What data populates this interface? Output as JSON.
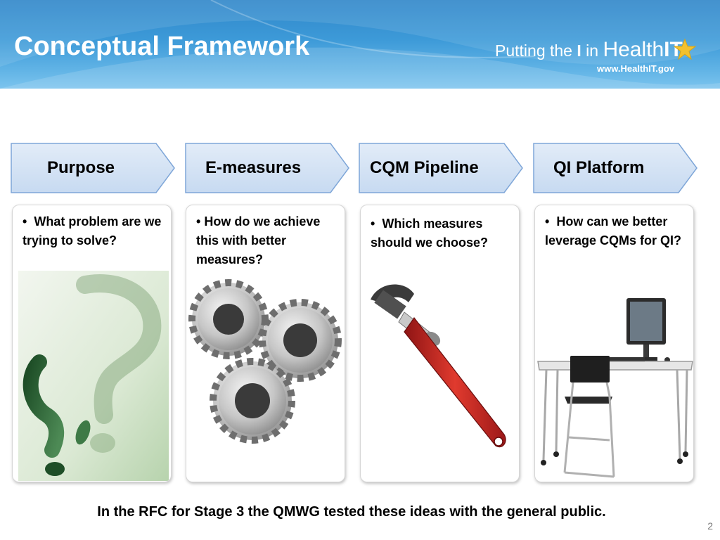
{
  "slide": {
    "title": "Conceptual Framework",
    "logo": {
      "text_prefix": "Putting the ",
      "text_i": "I",
      "text_in": " in ",
      "text_health": "Health",
      "text_it": "IT",
      "url": "www.HealthIT.gov"
    },
    "steps": [
      {
        "label": "Purpose",
        "bullet": "•",
        "question": "What problem are we trying to solve?",
        "image": "question-mark-icon"
      },
      {
        "label": "E-measures",
        "bullet": "•",
        "question": "How do we achieve this with better measures?",
        "image": "gears-icon"
      },
      {
        "label": "CQM Pipeline",
        "bullet": "•",
        "question": "Which measures should we choose?",
        "image": "pipe-wrench-icon"
      },
      {
        "label": "QI Platform",
        "bullet": "•",
        "question": "How can we better leverage CQMs for QI?",
        "image": "computer-desk-icon"
      }
    ],
    "footer_note": "In the RFC for Stage 3 the QMWG tested these ideas with the general public.",
    "page_number": "2"
  },
  "colors": {
    "header_blue": "#2f86c9",
    "chevron_fill": "#cfe0f4",
    "chevron_border": "#7ea6d8",
    "logo_star": "#f2c12e"
  }
}
